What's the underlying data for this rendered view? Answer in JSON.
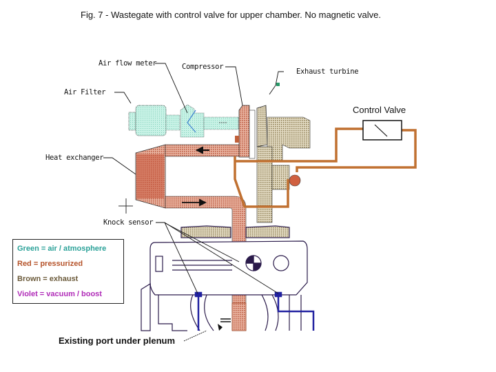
{
  "figure": {
    "title": "Fig. 7 - Wastegate with control valve for upper chamber. No magnetic valve."
  },
  "labels": {
    "air_flow_meter": "Air flow meter",
    "compressor": "Compressor",
    "exhaust_turbine": "Exhaust turbine",
    "air_filter": "Air Filter",
    "heat_exchanger": "Heat exchanger",
    "knock_sensor": "Knock sensor",
    "control_valve": "Control Valve",
    "existing_port": "Existing port under plenum"
  },
  "legend": {
    "items": [
      {
        "label": "Green = air / atmosphere",
        "color": "#2aa198"
      },
      {
        "label": "Red = pressurized",
        "color": "#b5532a"
      },
      {
        "label": "Brown = exhaust",
        "color": "#6b5a3a"
      },
      {
        "label": "Violet = vacuum / boost",
        "color": "#b02cb8"
      }
    ]
  },
  "colors": {
    "air": "#bfeee0",
    "pressurized": "#d9886a",
    "exhaust_hatch": "#c9b48a",
    "control_line": "#c07030",
    "engine_line": "#2a1a4a",
    "knock_sensor_wire": "#2020a0"
  }
}
